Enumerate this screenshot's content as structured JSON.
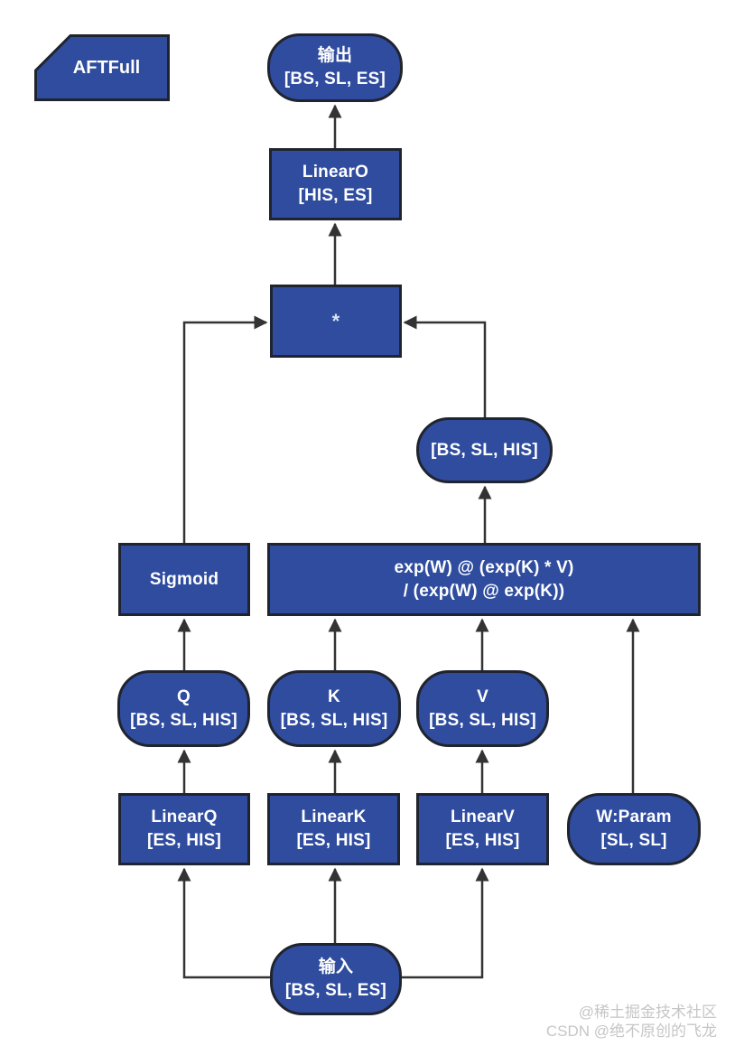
{
  "diagram": {
    "tag": {
      "label": "AFTFull"
    },
    "nodes": {
      "output": {
        "line1": "输出",
        "line2": "[BS, SL, ES]"
      },
      "linear_o": {
        "line1": "LinearO",
        "line2": "[HIS, ES]"
      },
      "multiply": {
        "label": "*"
      },
      "bs_sl_his": {
        "label": "[BS, SL, HIS]"
      },
      "sigmoid": {
        "label": "Sigmoid"
      },
      "exp_formula": {
        "line1": "exp(W) @ (exp(K) * V)",
        "line2": "/ (exp(W) @ exp(K))"
      },
      "q": {
        "line1": "Q",
        "line2": "[BS, SL, HIS]"
      },
      "k": {
        "line1": "K",
        "line2": "[BS, SL, HIS]"
      },
      "v": {
        "line1": "V",
        "line2": "[BS, SL, HIS]"
      },
      "linear_q": {
        "line1": "LinearQ",
        "line2": "[ES, HIS]"
      },
      "linear_k": {
        "line1": "LinearK",
        "line2": "[ES, HIS]"
      },
      "linear_v": {
        "line1": "LinearV",
        "line2": "[ES, HIS]"
      },
      "w_param": {
        "line1": "W:Param",
        "line2": "[SL, SL]"
      },
      "input": {
        "line1": "输入",
        "line2": "[BS, SL, ES]"
      }
    },
    "colors": {
      "node_fill": "#2F4C9E",
      "node_border": "#20242E",
      "arrow": "#333333",
      "text": "#FFFFFF",
      "watermark": "#C6C6C6"
    },
    "watermark": {
      "line1": "@稀土掘金技术社区",
      "line2": "CSDN @绝不原创的飞龙"
    }
  }
}
